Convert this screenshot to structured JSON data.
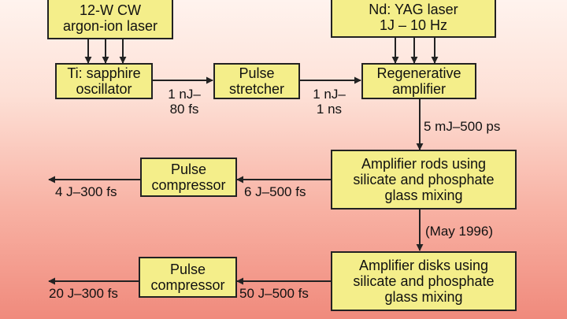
{
  "boxes": {
    "argon_laser": [
      "12-W CW",
      "argon-ion laser"
    ],
    "yag_laser": [
      "Nd: YAG laser",
      "1J – 10 Hz"
    ],
    "oscillator": [
      "Ti: sapphire",
      "oscillator"
    ],
    "stretcher": [
      "Pulse",
      "stretcher"
    ],
    "regen_amp": [
      "Regenerative",
      "amplifier"
    ],
    "amp_rods": [
      "Amplifier rods using",
      "silicate and phosphate",
      "glass mixing"
    ],
    "compressor_1": [
      "Pulse",
      "compressor"
    ],
    "amp_disks": [
      "Amplifier disks using",
      "silicate and phosphate",
      "glass mixing"
    ],
    "compressor_2": [
      "Pulse",
      "compressor"
    ]
  },
  "labels": {
    "osc_out": [
      "1 nJ–",
      "80 fs"
    ],
    "stretch_out": [
      "1 nJ–",
      "1 ns"
    ],
    "regen_out": "5 mJ–500 ps",
    "rods_out": "6 J–500 fs",
    "comp1_out": "4 J–300 fs",
    "date": "(May 1996)",
    "disks_out": "50 J–500 fs",
    "comp2_out": "20 J–300 fs"
  },
  "colors": {
    "box_fill": "#f4ee8a",
    "line": "#222222"
  }
}
